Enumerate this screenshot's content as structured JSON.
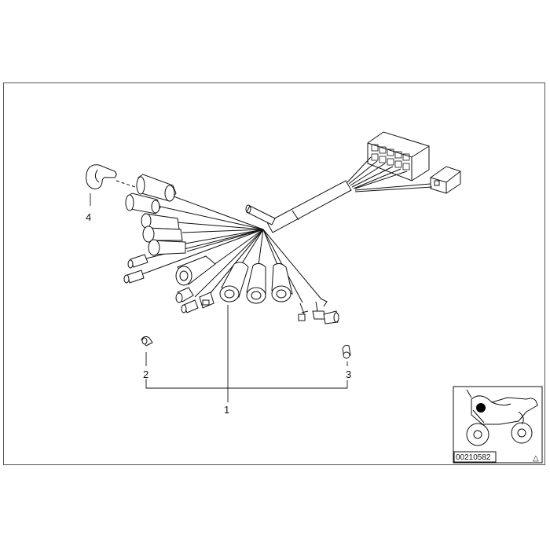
{
  "callouts": {
    "part1": "1",
    "part2": "2",
    "part3": "3",
    "part4": "4"
  },
  "thumbnail": {
    "code": "00210582",
    "marker": "△"
  }
}
